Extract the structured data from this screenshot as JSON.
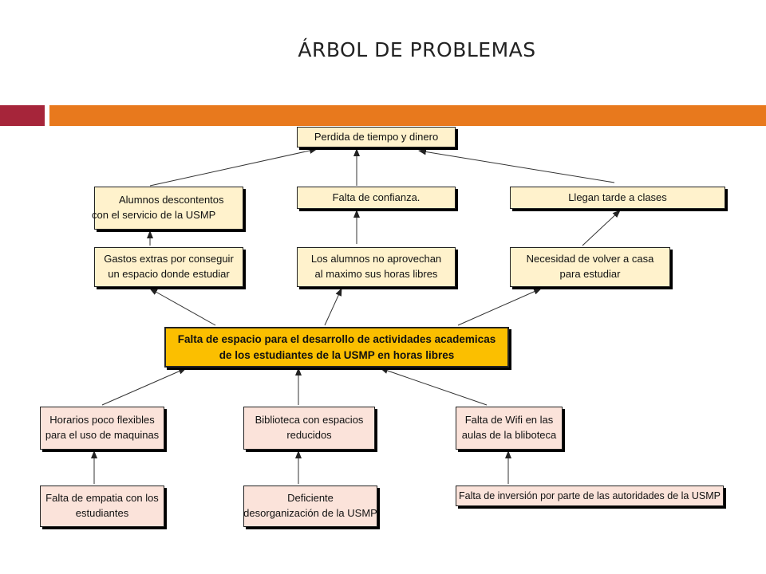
{
  "title": "ÁRBOL DE PROBLEMAS",
  "colors": {
    "bar_red": "#a6253a",
    "bar_orange": "#e8791d",
    "cream": "#fff2cc",
    "pink": "#fbe3da",
    "gold": "#fbbf00"
  },
  "effects": {
    "top": {
      "l1": "Perdida de tiempo y dinero"
    },
    "left": {
      "l1": "Alumnos descontentos",
      "l2": "con el servicio  de la USMP"
    },
    "center": {
      "l1": "Falta de confianza."
    },
    "right": {
      "l1": "Llegan tarde a clases"
    }
  },
  "direct_effects": {
    "left": {
      "l1": "Gastos extras por conseguir",
      "l2": "un espacio donde estudiar"
    },
    "center": {
      "l1": "Los alumnos no aprovechan",
      "l2": "al maximo sus horas libres"
    },
    "right": {
      "l1": "Necesidad de volver a casa",
      "l2": "para estudiar"
    }
  },
  "central_problem": {
    "l1": "Falta de espacio para el desarrollo de actividades academicas",
    "l2": "de los estudiantes de la USMP en horas libres"
  },
  "causes": {
    "left": {
      "l1": "Horarios poco flexibles",
      "l2": "para el uso de maquinas"
    },
    "center": {
      "l1": "Biblioteca con espacios",
      "l2": "reducidos"
    },
    "right": {
      "l1": "Falta de Wifi en las",
      "l2": "aulas de la bliboteca"
    }
  },
  "root_causes": {
    "left": {
      "l1": "Falta de empatia con los",
      "l2": "estudiantes"
    },
    "center": {
      "l1": "Deficiente",
      "l2": "desorganización de la USMP"
    },
    "right": {
      "l1": "Falta de inversión por parte de las autoridades de la USMP"
    }
  }
}
